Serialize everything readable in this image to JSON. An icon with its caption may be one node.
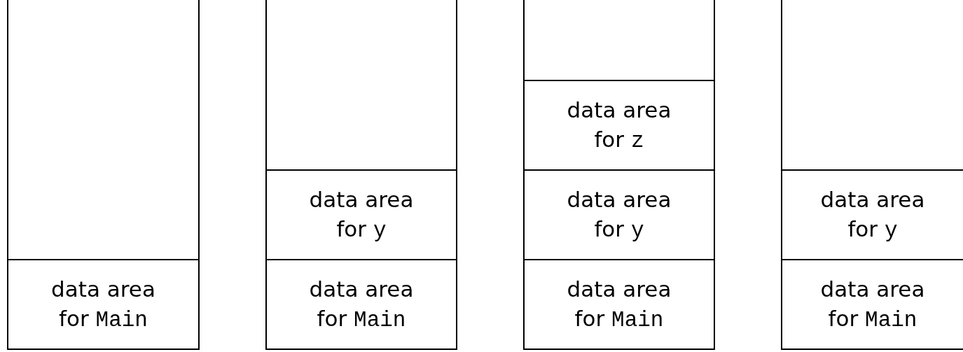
{
  "diagram": {
    "nodes": [
      {
        "text": [],
        "shape": "box"
      },
      {
        "text": [
          "data area for Main"
        ],
        "in": 0
      },
      {
        "text": [],
        "shape": "box"
      },
      {
        "text": [
          "data area for y"
        ],
        "in": 2
      },
      {
        "text": [
          "data area for Main"
        ],
        "in": 2
      },
      {
        "text": [],
        "shape": "box"
      },
      {
        "text": [
          "data area for z"
        ],
        "in": 5
      },
      {
        "text": [
          "data area for y"
        ],
        "in": 5
      },
      {
        "text": [
          "data area for Main"
        ],
        "in": 5
      },
      {
        "text": [],
        "shape": "box"
      },
      {
        "text": [
          "data area for y"
        ],
        "in": 9
      },
      {
        "text": [
          "data area for Main"
        ],
        "in": 9
      }
    ]
  }
}
